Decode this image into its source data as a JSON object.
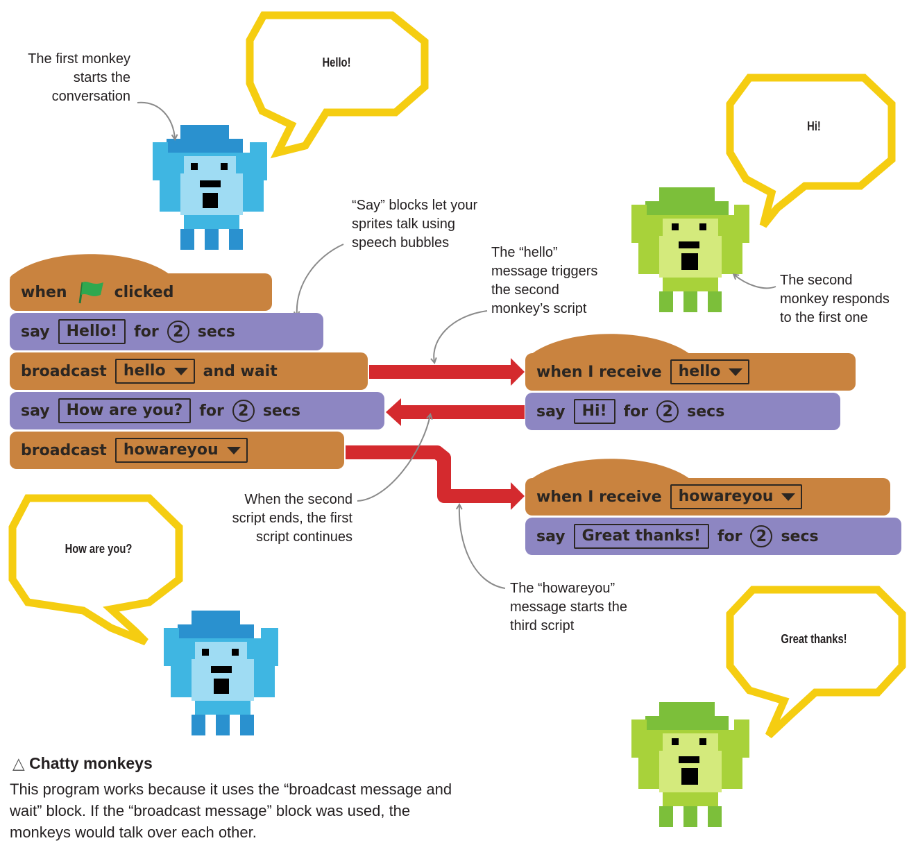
{
  "annotations": {
    "first_monkey": [
      "The first monkey",
      "starts the",
      "conversation"
    ],
    "say_blocks": [
      "“Say” blocks let your",
      "sprites talk using",
      "speech bubbles"
    ],
    "hello_trigger": [
      "The “hello”",
      "message triggers",
      "the second",
      "monkey’s script"
    ],
    "second_monkey": [
      "The second",
      "monkey responds",
      "to the first one"
    ],
    "second_ends": [
      "When the second",
      "script ends, the first",
      "script continues"
    ],
    "howareyou_starts": [
      "The “howareyou”",
      "message starts the",
      "third script"
    ]
  },
  "bubbles": {
    "hello": "Hello!",
    "hi": "Hi!",
    "how_are_you": "How are you?",
    "great_thanks": "Great thanks!"
  },
  "script1": {
    "hat": {
      "when": "when",
      "clicked": "clicked"
    },
    "say1": {
      "say": "say",
      "message": "Hello!",
      "for": "for",
      "secs_value": "2",
      "secs": "secs"
    },
    "broadcast_wait": {
      "broadcast": "broadcast",
      "message": "hello",
      "and_wait": "and wait"
    },
    "say2": {
      "say": "say",
      "message": "How are you?",
      "for": "for",
      "secs_value": "2",
      "secs": "secs"
    },
    "broadcast": {
      "broadcast": "broadcast",
      "message": "howareyou"
    }
  },
  "script2": {
    "hat": {
      "label": "when I receive",
      "message": "hello"
    },
    "say": {
      "say": "say",
      "message": "Hi!",
      "for": "for",
      "secs_value": "2",
      "secs": "secs"
    }
  },
  "script3": {
    "hat": {
      "label": "when I receive",
      "message": "howareyou"
    },
    "say": {
      "say": "say",
      "message": "Great thanks!",
      "for": "for",
      "secs_value": "2",
      "secs": "secs"
    }
  },
  "caption": {
    "symbol": "△",
    "title": "Chatty monkeys",
    "body": "This program works because it uses the “broadcast message and wait” block. If the “broadcast message” block was used, the monkeys would talk over each other."
  },
  "colors": {
    "events_block": "#c9833f",
    "looks_block": "#8d86c2",
    "flow_arrow": "#d42a2e",
    "bubble_outline": "#f5cd11",
    "blue_monkey": "#3fb6e2",
    "green_monkey": "#a8d23a"
  }
}
